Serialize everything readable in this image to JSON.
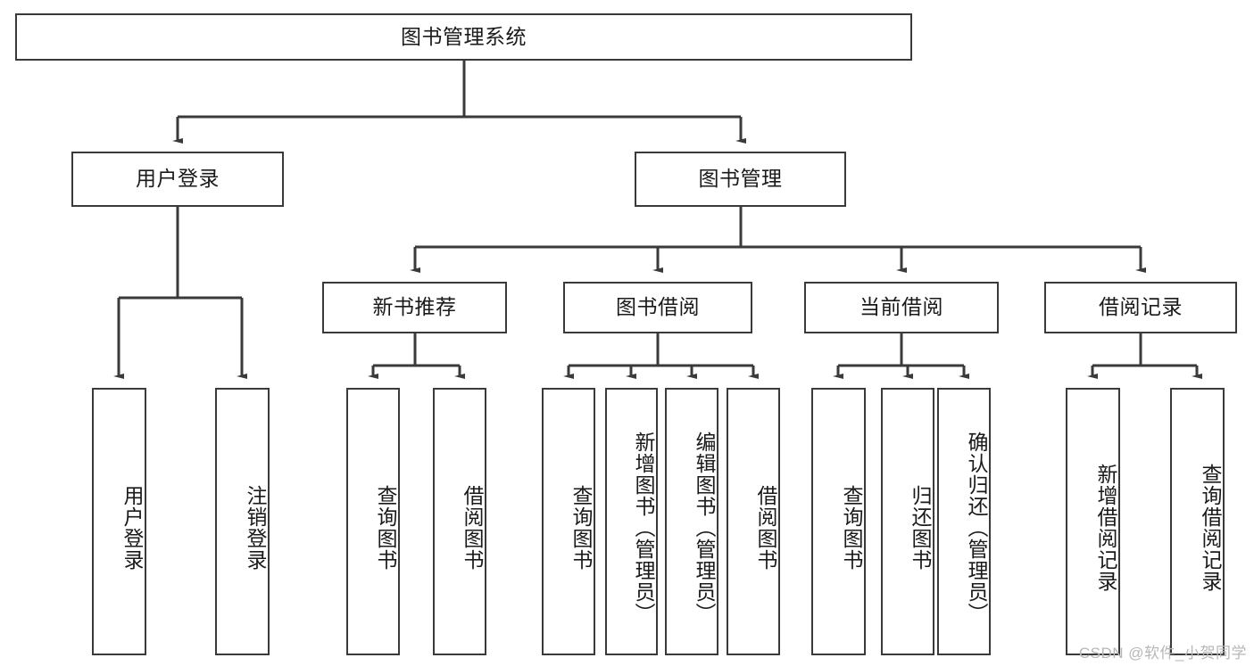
{
  "diagram": {
    "title": "图书管理系统",
    "type": "tree-hierarchy-chart",
    "watermark": "CSDN @软件_小贺同学",
    "colors": {
      "box_border": "#3a3a3a",
      "box_fill": "#ffffff",
      "connector": "#3a3a3a",
      "text": "#1a1a1a",
      "watermark": "#b7b7b7"
    },
    "root": {
      "id": "root",
      "label": "图书管理系统"
    },
    "level2": [
      {
        "id": "user-login",
        "label": "用户登录"
      },
      {
        "id": "book-manage",
        "label": "图书管理"
      }
    ],
    "level3": [
      {
        "id": "new-book-rec",
        "label": "新书推荐",
        "parent": "book-manage"
      },
      {
        "id": "book-borrow",
        "label": "图书借阅",
        "parent": "book-manage"
      },
      {
        "id": "current-borrow",
        "label": "当前借阅",
        "parent": "book-manage"
      },
      {
        "id": "borrow-record",
        "label": "借阅记录",
        "parent": "book-manage"
      }
    ],
    "leaves": [
      {
        "id": "leaf-user-login",
        "label": "用户登录",
        "parent": "user-login"
      },
      {
        "id": "leaf-logout",
        "label": "注销登录",
        "parent": "user-login"
      },
      {
        "id": "leaf-query-book-1",
        "label": "查询图书",
        "parent": "new-book-rec"
      },
      {
        "id": "leaf-borrow-book-1",
        "label": "借阅图书",
        "parent": "new-book-rec"
      },
      {
        "id": "leaf-query-book-2",
        "label": "查询图书",
        "parent": "book-borrow"
      },
      {
        "id": "leaf-add-book",
        "label": "新增图书（管理员）",
        "parent": "book-borrow"
      },
      {
        "id": "leaf-edit-book",
        "label": "编辑图书（管理员）",
        "parent": "book-borrow"
      },
      {
        "id": "leaf-borrow-book-2",
        "label": "借阅图书",
        "parent": "book-borrow"
      },
      {
        "id": "leaf-query-book-3",
        "label": "查询图书",
        "parent": "current-borrow"
      },
      {
        "id": "leaf-return-book",
        "label": "归还图书",
        "parent": "current-borrow"
      },
      {
        "id": "leaf-confirm-return",
        "label": "确认归还（管理员）",
        "parent": "current-borrow"
      },
      {
        "id": "leaf-add-record",
        "label": "新增借阅记录",
        "parent": "borrow-record"
      },
      {
        "id": "leaf-query-record",
        "label": "查询借阅记录",
        "parent": "borrow-record"
      }
    ]
  }
}
